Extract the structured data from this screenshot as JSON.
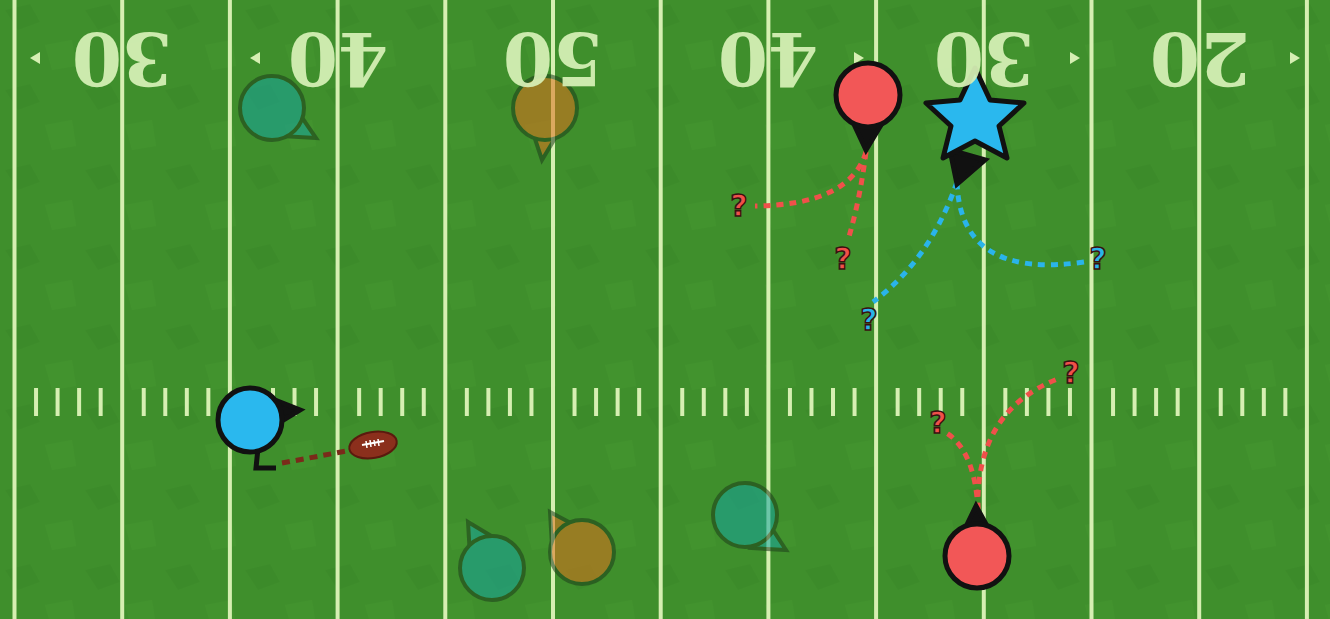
{
  "diagram": {
    "labels": [
      "30",
      "40",
      "50",
      "40",
      "30",
      "20",
      "?",
      "?",
      "?",
      "?",
      "?",
      "?"
    ]
  }
}
